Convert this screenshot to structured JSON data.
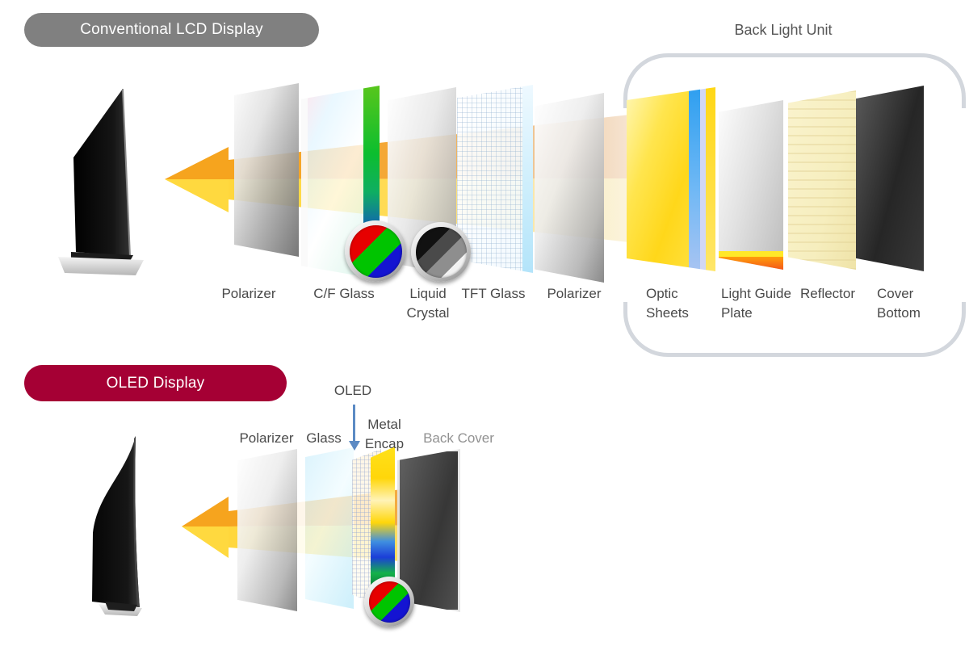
{
  "lcd_section": {
    "badge_label": "Conventional LCD Display",
    "badge_color": "#808080",
    "backlight_unit_label": "Back Light Unit",
    "layer_labels": [
      "Polarizer",
      "C/F Glass",
      "Liquid Crystal",
      "TFT Glass",
      "Polarizer",
      "Optic Sheets",
      "Light Guide Plate",
      "Reflector",
      "Cover Bottom"
    ],
    "insets": [
      {
        "name": "color-filter-rgb-detail",
        "colors": [
          "#e60000",
          "#00c400",
          "#1414d2"
        ]
      },
      {
        "name": "liquid-crystal-grayscale-detail",
        "colors": [
          "#111111",
          "#4a4a4a",
          "#8e8e8e",
          "#f2f2f2"
        ]
      }
    ]
  },
  "oled_section": {
    "badge_label": "OLED Display",
    "badge_color": "#a50034",
    "pointer_label": "OLED",
    "layer_labels": [
      "Polarizer",
      "Glass",
      "Metal Encap",
      "Back Cover"
    ],
    "inset": {
      "name": "oled-pixel-rgb-detail",
      "colors": [
        "#ffffff",
        "#e60000",
        "#00c400",
        "#1414d2"
      ]
    }
  },
  "light_beam": {
    "top_color": "#f6a41e",
    "bottom_color": "#ffd73c"
  }
}
